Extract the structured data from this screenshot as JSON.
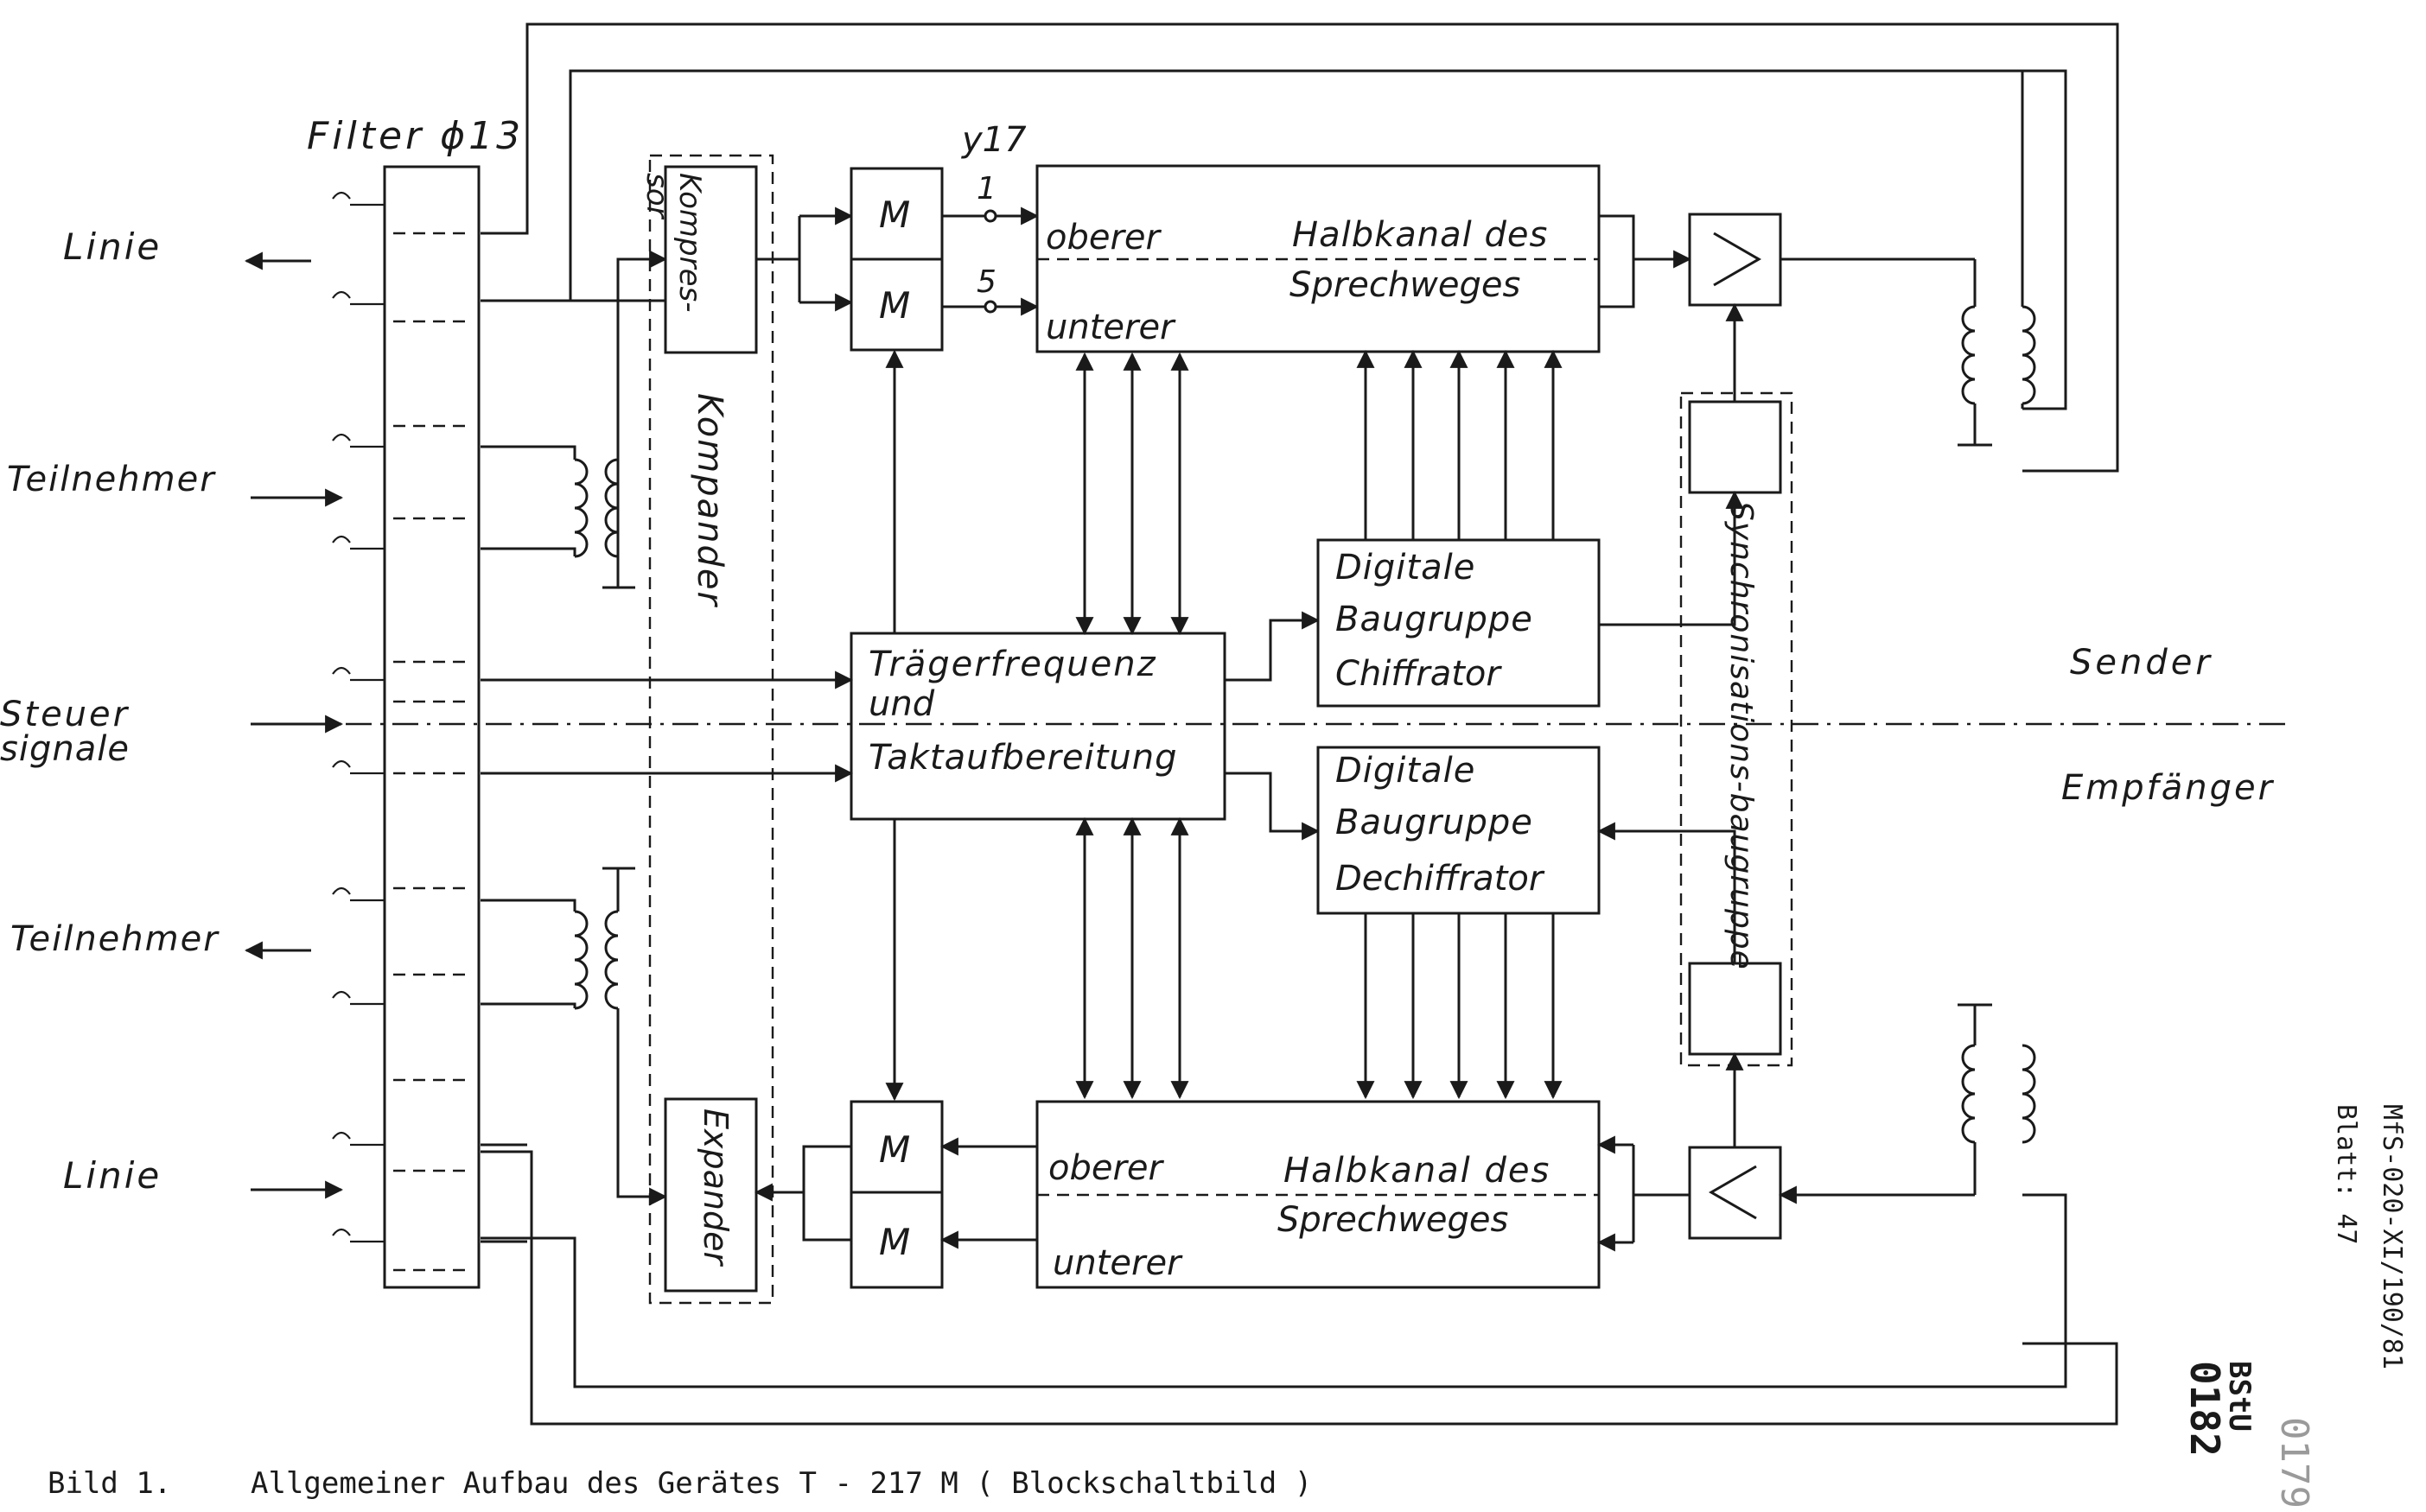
{
  "filter_label": "Filter ϕ13",
  "left_labels": {
    "linie_top": "Linie",
    "teilnehmer_top": "Teilnehmer",
    "steuer_1": "Steuer",
    "steuer_2": "signale",
    "teilnehmer_bottom": "Teilnehmer",
    "linie_bottom": "Linie"
  },
  "kompander": {
    "kompressor_1": "Kompres-",
    "kompressor_2": "sor",
    "kompander": "Kompander",
    "expander": "Expander"
  },
  "modulators": {
    "m": "M"
  },
  "pins": {
    "y": "y17",
    "p1": "1",
    "p5": "5"
  },
  "halbkanal_top": {
    "oberer": "oberer",
    "unterer": "unterer",
    "title": "Halbkanal des",
    "sub": "Sprechweges"
  },
  "halbkanal_bottom": {
    "oberer": "oberer",
    "unterer": "unterer",
    "title": "Halbkanal des",
    "sub": "Sprechweges"
  },
  "traeger": {
    "l1": "Trägerfrequenz",
    "l2": "und",
    "l3": "Taktaufbereitung"
  },
  "chiffrator": {
    "l1": "Digitale",
    "l2": "Baugruppe",
    "l3": "Chiffrator"
  },
  "dechiffrator": {
    "l1": "Digitale",
    "l2": "Baugruppe",
    "l3": "Dechiffrator"
  },
  "sync": "Synchronisations-baugruppe",
  "sender": "Sender",
  "empfaenger": "Empfänger",
  "caption": {
    "num": "Bild 1.",
    "text": "Allgemeiner Aufbau des Gerätes T - 217 M ( Blockschaltbild )"
  },
  "margin": {
    "ref": "MfS-020-XI/190/81",
    "blatt": "Blatt: 47",
    "bstu_1": "BStU",
    "bstu_2": "0182",
    "page": "0179"
  }
}
